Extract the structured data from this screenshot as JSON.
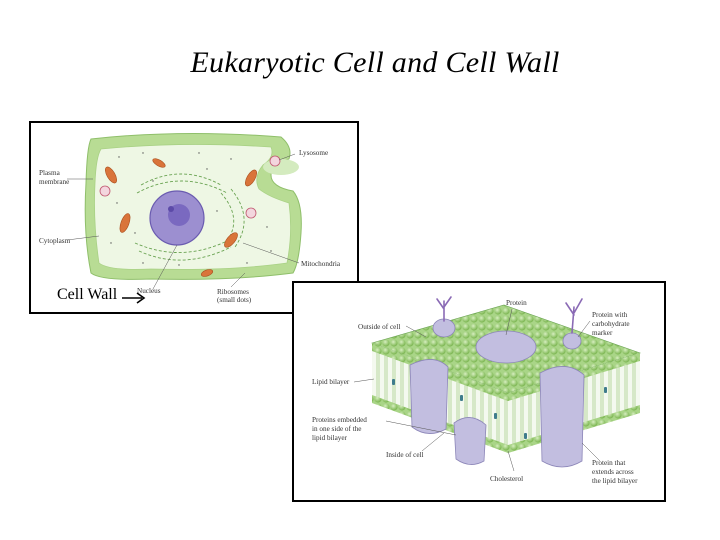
{
  "slide": {
    "title": "Eukaryotic Cell and Cell Wall"
  },
  "cell_diagram": {
    "labels": {
      "lysosome": "Lysosome",
      "plasma_membrane_1": "Plasma",
      "plasma_membrane_2": "membrane",
      "cytoplasm": "Cytoplasm",
      "mitochondria": "Mitochondria",
      "nucleus": "Nucleus",
      "ribosomes_1": "Ribosomes",
      "ribosomes_2": "(small dots)"
    },
    "cell_wall_label": "Cell Wall"
  },
  "membrane_diagram": {
    "labels": {
      "protein": "Protein",
      "carb_1": "Protein with",
      "carb_2": "carbohydrate",
      "carb_3": "marker",
      "outside": "Outside of cell",
      "bilayer": "Lipid bilayer",
      "embedded_1": "Proteins embedded",
      "embedded_2": "in one side of the",
      "embedded_3": "lipid bilayer",
      "inside": "Inside of cell",
      "cholesterol": "Cholesterol",
      "across_1": "Protein that",
      "across_2": "extends across",
      "across_3": "the lipid bilayer"
    }
  },
  "colors": {
    "cell_wall": "#b8dc94",
    "cytoplasm": "#e8f4dc",
    "nucleus": "#8f80c6",
    "mitochondria": "#d9743a",
    "lipid_head": "#9ccc6e",
    "protein": "#c2bee0"
  }
}
